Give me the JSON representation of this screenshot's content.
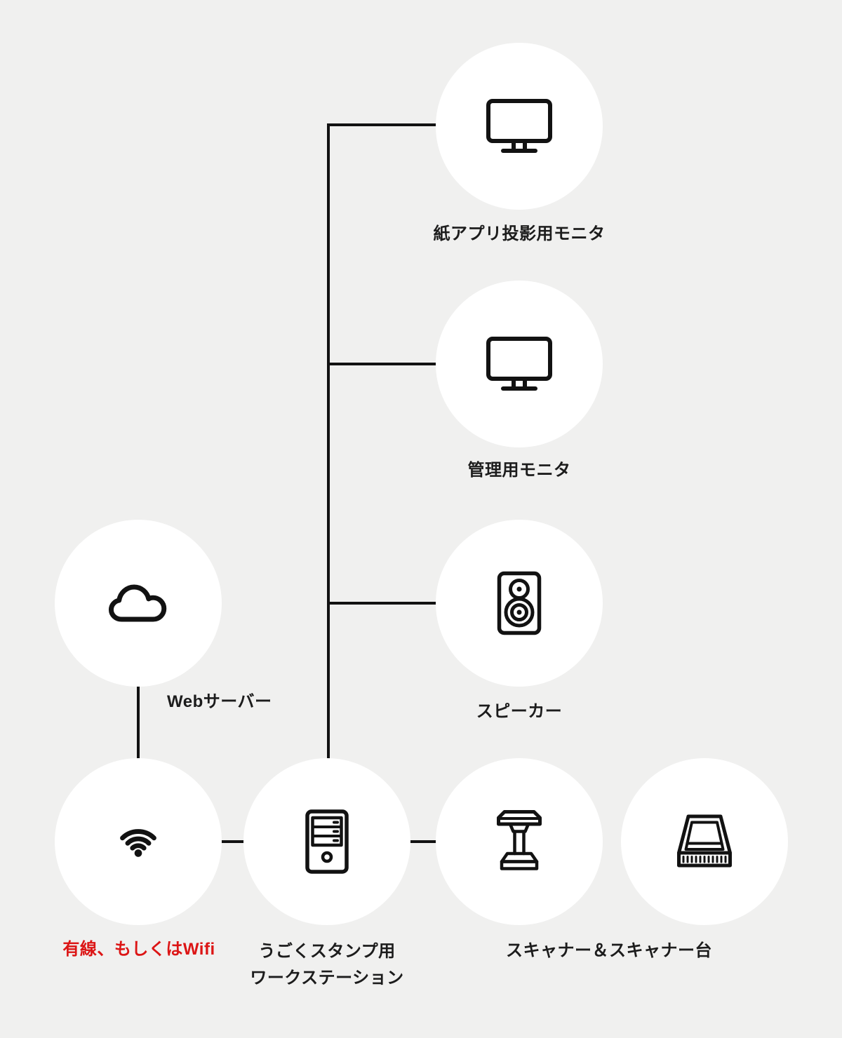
{
  "diagram_title": "",
  "colors": {
    "background": "#f0f0ef",
    "circle_fill": "#ffffff",
    "line_and_icon": "#121212",
    "label_text": "#1c1c1c",
    "accent_red": "#dc1515"
  },
  "nodes": {
    "projection_monitor": {
      "label": "紙アプリ投影用モニタ",
      "icon": "monitor-icon"
    },
    "admin_monitor": {
      "label": "管理用モニタ",
      "icon": "monitor-icon"
    },
    "speaker": {
      "label": "スピーカー",
      "icon": "speaker-icon"
    },
    "web_server": {
      "label": "Webサーバー",
      "icon": "cloud-icon"
    },
    "network": {
      "label": "有線、もしくはWifi",
      "label_color": "#dc1515",
      "icon": "wifi-icon"
    },
    "workstation": {
      "label_lines": [
        "うごくスタンプ用",
        "ワークステーション"
      ],
      "icon": "desktop-tower-icon"
    },
    "scanner_stand": {
      "icon": "overhead-scanner-icon"
    },
    "flatbed_scanner": {
      "icon": "flatbed-scanner-icon"
    },
    "scanner_group_label": "スキャナー＆スキャナー台"
  },
  "edges": [
    {
      "from": "workstation",
      "to": "projection_monitor"
    },
    {
      "from": "workstation",
      "to": "admin_monitor"
    },
    {
      "from": "workstation",
      "to": "speaker"
    },
    {
      "from": "web_server",
      "to": "network"
    },
    {
      "from": "network",
      "to": "workstation"
    },
    {
      "from": "workstation",
      "to": "scanner_stand"
    }
  ]
}
